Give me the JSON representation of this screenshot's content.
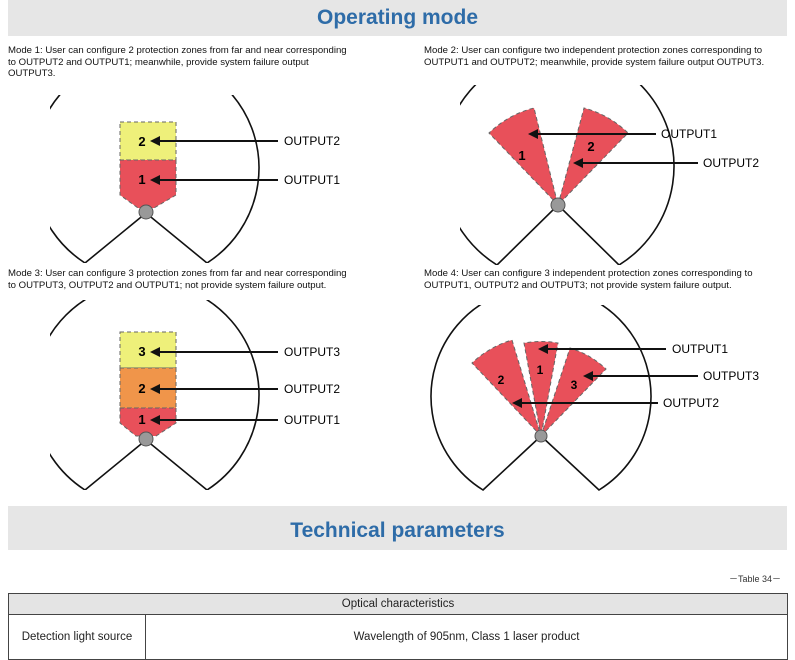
{
  "header": {
    "title": "Operating mode"
  },
  "modes": [
    {
      "description": "Mode 1: User can configure 2 protection zones from far and near corresponding to OUTPUT2 and OUTPUT1; meanwhile, provide system failure output OUTPUT3.",
      "zones": [
        "2",
        "1"
      ],
      "outputs": [
        "OUTPUT2",
        "OUTPUT1"
      ]
    },
    {
      "description": "Mode 2: User can configure two independent protection zones corresponding to OUTPUT1 and OUTPUT2; meanwhile, provide system failure output OUTPUT3.",
      "zones": [
        "1",
        "2"
      ],
      "outputs": [
        "OUTPUT1",
        "OUTPUT2"
      ]
    },
    {
      "description": "Mode 3: User can configure 3 protection zones from far and near corresponding to OUTPUT3, OUTPUT2 and OUTPUT1; not provide system failure output.",
      "zones": [
        "3",
        "2",
        "1"
      ],
      "outputs": [
        "OUTPUT3",
        "OUTPUT2",
        "OUTPUT1"
      ]
    },
    {
      "description": "Mode 4: User can configure 3 independent protection zones corresponding to OUTPUT1, OUTPUT2 and OUTPUT3; not provide system failure output.",
      "zones": [
        "2",
        "1",
        "3"
      ],
      "outputs": [
        "OUTPUT1",
        "OUTPUT3",
        "OUTPUT2"
      ]
    }
  ],
  "section2": {
    "title": "Technical parameters"
  },
  "table": {
    "caption": "－Table 34－",
    "header": "Optical characteristics",
    "rows": [
      {
        "label": "Detection light source",
        "value": "Wavelength of 905nm, Class 1 laser product"
      }
    ]
  },
  "colors": {
    "banner_text": "#2e6ca8",
    "banner_bg": "#e6e6e6",
    "zone_red": "#e8505a",
    "zone_yellow": "#eef07a",
    "zone_orange": "#f0954a"
  }
}
